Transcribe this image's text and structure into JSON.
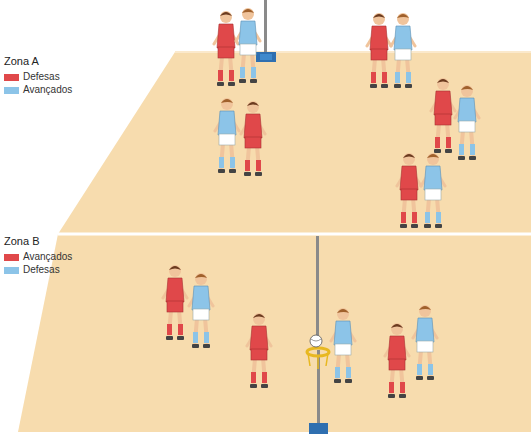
{
  "diagram": {
    "labels": [
      "Zona A",
      "Zona B"
    ],
    "legend": [
      {
        "text": "Defesas",
        "color": "#e0484a"
      },
      {
        "text": "Avançados",
        "color": "#8cc4e8"
      },
      {
        "text": "Avançados",
        "color": "#e0484a"
      },
      {
        "text": "Defesas",
        "color": "#8cc4e8"
      }
    ]
  }
}
